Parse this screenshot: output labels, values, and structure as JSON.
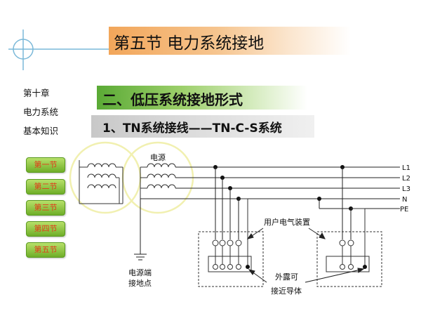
{
  "title": "第五节  电力系统接地",
  "chapter": [
    "第十章",
    "电力系统",
    "基本知识"
  ],
  "heading2": "二、低压系统接地形式",
  "heading3": "1、TN系统接线——TN-C-S系统",
  "nav": [
    "第一节",
    "第二节",
    "第三节",
    "第四节",
    "第五节"
  ],
  "diagram": {
    "source_label": "电源",
    "lines": [
      "L1",
      "L2",
      "L3",
      "N",
      "PE"
    ],
    "equipment_label": "用户电气装置",
    "earth_label_1": "电源端",
    "earth_label_2": "接地点",
    "conductor_label_1": "外露可",
    "conductor_label_2": "接近导体"
  },
  "colors": {
    "title_banner": "#f2a65a",
    "heading2_banner": "#5aaa35",
    "heading3_banner": "#c8c8c8",
    "nav_button": "#8cc63f",
    "nav_text": "#e23a1a",
    "accent_line": "#7ab8d8"
  }
}
